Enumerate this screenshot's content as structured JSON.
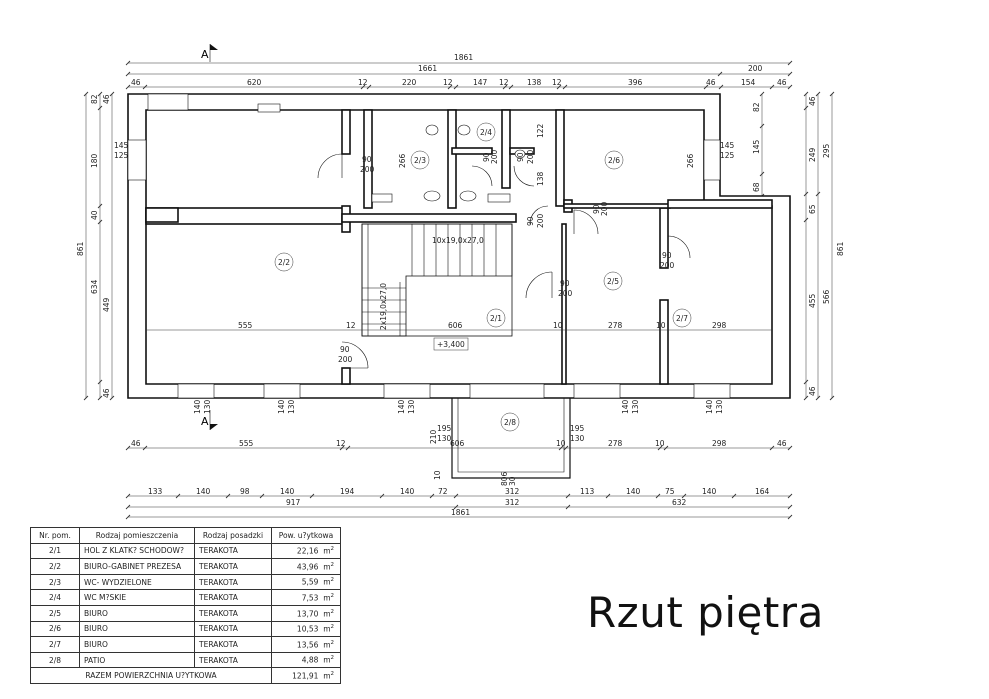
{
  "drawing": {
    "section_marks": [
      "A",
      "A"
    ],
    "overall_dims": [
      "1861",
      "1661",
      "200",
      "1861"
    ],
    "top_dims": [
      "46",
      "620",
      "12",
      "220",
      "12",
      "147",
      "12",
      "138",
      "12",
      "396",
      "46",
      "154",
      "46"
    ],
    "bottom_dims_row1": [
      "46",
      "555",
      "12",
      "606",
      "10",
      "278",
      "10",
      "298",
      "46"
    ],
    "bottom_dims_row2": [
      "133",
      "140",
      "98",
      "140",
      "194",
      "140",
      "72",
      "312",
      "113",
      "140",
      "75",
      "140",
      "164"
    ],
    "bottom_dims_row3": [
      "917",
      "312",
      "632"
    ],
    "left_dims": [
      "82",
      "180",
      "40",
      "634",
      "449",
      "145",
      "125",
      "46",
      "46",
      "861"
    ],
    "right_dims": [
      "46",
      "82",
      "145",
      "125",
      "145",
      "249",
      "295",
      "68",
      "65",
      "455",
      "566",
      "861",
      "46"
    ],
    "window_dims": [
      [
        "140",
        "130"
      ],
      [
        "140",
        "130"
      ],
      [
        "140",
        "130"
      ],
      [
        "140",
        "130"
      ],
      [
        "140",
        "130"
      ],
      [
        "195",
        "130"
      ],
      [
        "195",
        "130"
      ],
      [
        "210",
        "10"
      ]
    ],
    "door_labels": [
      [
        "90",
        "200"
      ],
      [
        "90",
        "200"
      ],
      [
        "90",
        "200"
      ],
      [
        "90",
        "200"
      ],
      [
        "90",
        "200"
      ],
      [
        "90",
        "200"
      ],
      [
        "90",
        "200"
      ],
      [
        "90",
        "200"
      ]
    ],
    "room_dims": [
      "555",
      "606",
      "278",
      "298",
      "266",
      "266",
      "138",
      "122",
      "10",
      "10",
      "12",
      "806",
      "30"
    ],
    "rooms": [
      "2/1",
      "2/2",
      "2/3",
      "2/4",
      "2/5",
      "2/6",
      "2/7",
      "2/8"
    ],
    "stairs": [
      "10x19,0x27,0",
      "2x19,0x27,0"
    ],
    "level_mark": "+3,400"
  },
  "legend": {
    "headers": [
      "Nr. pom.",
      "Rodzaj pomieszczenia",
      "Rodzaj posadzki",
      "Pow. u?ytkowa"
    ],
    "rows": [
      {
        "nr": "2/1",
        "name": "HOL Z KLATK? SCHODOW?",
        "floor": "TERAKOTA",
        "area": "22,16",
        "unit": "m",
        "exp": "2"
      },
      {
        "nr": "2/2",
        "name": "BIURO-GABINET PREZESA",
        "floor": "TERAKOTA",
        "area": "43,96",
        "unit": "m",
        "exp": "2"
      },
      {
        "nr": "2/3",
        "name": "WC- WYDZIELONE",
        "floor": "TERAKOTA",
        "area": "5,59",
        "unit": "m",
        "exp": "2"
      },
      {
        "nr": "2/4",
        "name": "WC M?SKIE",
        "floor": "TERAKOTA",
        "area": "7,53",
        "unit": "m",
        "exp": "2"
      },
      {
        "nr": "2/5",
        "name": "BIURO",
        "floor": "TERAKOTA",
        "area": "13,70",
        "unit": "m",
        "exp": "2"
      },
      {
        "nr": "2/6",
        "name": "BIURO",
        "floor": "TERAKOTA",
        "area": "10,53",
        "unit": "m",
        "exp": "2"
      },
      {
        "nr": "2/7",
        "name": "BIURO",
        "floor": "TERAKOTA",
        "area": "13,56",
        "unit": "m",
        "exp": "2"
      },
      {
        "nr": "2/8",
        "name": "PATIO",
        "floor": "TERAKOTA",
        "area": "4,88",
        "unit": "m",
        "exp": "2"
      }
    ],
    "total_label": "RAZEM POWIERZCHNIA U?YTKOWA",
    "total_area": "121,91",
    "total_unit": "m",
    "total_exp": "2"
  },
  "caption": "Rzut piętra"
}
